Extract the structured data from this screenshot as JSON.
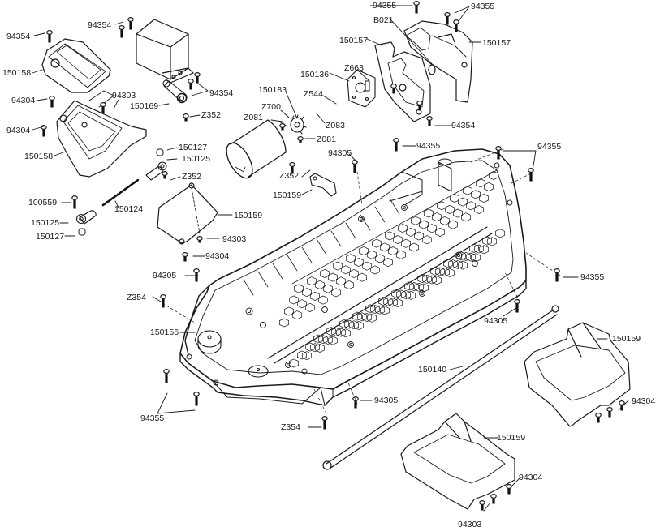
{
  "diagram": {
    "title": "Chassis exploded parts view",
    "labels": [
      {
        "id": "l1",
        "text": "94354"
      },
      {
        "id": "l2",
        "text": "94354"
      },
      {
        "id": "l3",
        "text": "150158"
      },
      {
        "id": "l4",
        "text": "94304"
      },
      {
        "id": "l5",
        "text": "94303"
      },
      {
        "id": "l6",
        "text": "94304"
      },
      {
        "id": "l7",
        "text": "150158"
      },
      {
        "id": "l8",
        "text": "94354"
      },
      {
        "id": "l9",
        "text": "150169"
      },
      {
        "id": "l10",
        "text": "Z352"
      },
      {
        "id": "l11",
        "text": "94355"
      },
      {
        "id": "l12",
        "text": "94355"
      },
      {
        "id": "l13",
        "text": "B021"
      },
      {
        "id": "l14",
        "text": "150157"
      },
      {
        "id": "l15",
        "text": "150157"
      },
      {
        "id": "l16",
        "text": "150136"
      },
      {
        "id": "l17",
        "text": "Z663"
      },
      {
        "id": "l18",
        "text": "150183"
      },
      {
        "id": "l19",
        "text": "Z544"
      },
      {
        "id": "l20",
        "text": "Z700"
      },
      {
        "id": "l21",
        "text": "Z081"
      },
      {
        "id": "l22",
        "text": "Z083"
      },
      {
        "id": "l23",
        "text": "Z081"
      },
      {
        "id": "l24",
        "text": "94354"
      },
      {
        "id": "l25",
        "text": "94355"
      },
      {
        "id": "l26",
        "text": "94305"
      },
      {
        "id": "l27",
        "text": "94355"
      },
      {
        "id": "l28",
        "text": "150127"
      },
      {
        "id": "l29",
        "text": "150125"
      },
      {
        "id": "l30",
        "text": "Z352"
      },
      {
        "id": "l31",
        "text": "Z352"
      },
      {
        "id": "l32",
        "text": "150159"
      },
      {
        "id": "l33",
        "text": "100559"
      },
      {
        "id": "l34",
        "text": "150124"
      },
      {
        "id": "l35",
        "text": "150159"
      },
      {
        "id": "l36",
        "text": "150125"
      },
      {
        "id": "l37",
        "text": "150127"
      },
      {
        "id": "l38",
        "text": "94303"
      },
      {
        "id": "l39",
        "text": "94304"
      },
      {
        "id": "l40",
        "text": "94305"
      },
      {
        "id": "l41",
        "text": "94355"
      },
      {
        "id": "l42",
        "text": "Z354"
      },
      {
        "id": "l43",
        "text": "94305"
      },
      {
        "id": "l44",
        "text": "150156"
      },
      {
        "id": "l45",
        "text": "150159"
      },
      {
        "id": "l46",
        "text": "150140"
      },
      {
        "id": "l47",
        "text": "94355"
      },
      {
        "id": "l48",
        "text": "94305"
      },
      {
        "id": "l49",
        "text": "94304"
      },
      {
        "id": "l50",
        "text": "Z354"
      },
      {
        "id": "l51",
        "text": "150159"
      },
      {
        "id": "l52",
        "text": "94304"
      },
      {
        "id": "l53",
        "text": "94303"
      }
    ]
  }
}
